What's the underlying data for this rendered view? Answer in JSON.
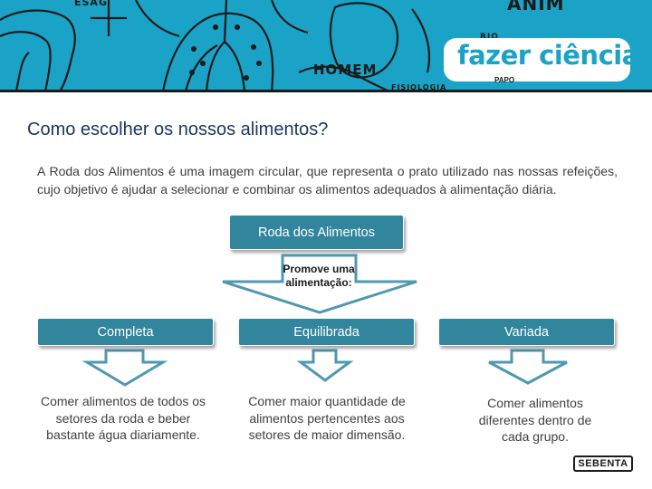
{
  "banner": {
    "logo": "fazer ciência",
    "doodle_words": [
      "ESAG",
      "HOMEM",
      "ANIM",
      "BIO",
      "FISIOLOGIA",
      "PAPO"
    ]
  },
  "title": "Como escolher os nossos alimentos?",
  "intro": "A Roda dos Alimentos é uma imagem circular, que representa o prato utilizado nas nossas refeições, cujo objetivo é ajudar a selecionar e combinar os alimentos adequados à alimentação diária.",
  "diagram": {
    "root": "Roda dos Alimentos",
    "promote": "Promove uma alimentação:",
    "branches": [
      {
        "label": "Completa",
        "desc": "Comer alimentos de todos os setores da roda e beber bastante água diariamente."
      },
      {
        "label": "Equilibrada",
        "desc": "Comer maior quantidade de alimentos pertencentes aos setores de maior dimensão."
      },
      {
        "label": "Variada",
        "desc": "Comer alimentos diferentes dentro de cada grupo."
      }
    ]
  },
  "footer_logo": "SEBENTA",
  "colors": {
    "banner": "#1aa3c6",
    "box": "#31859c",
    "arrow_stroke": "#4f98b0",
    "title": "#17375e",
    "text": "#404040"
  }
}
